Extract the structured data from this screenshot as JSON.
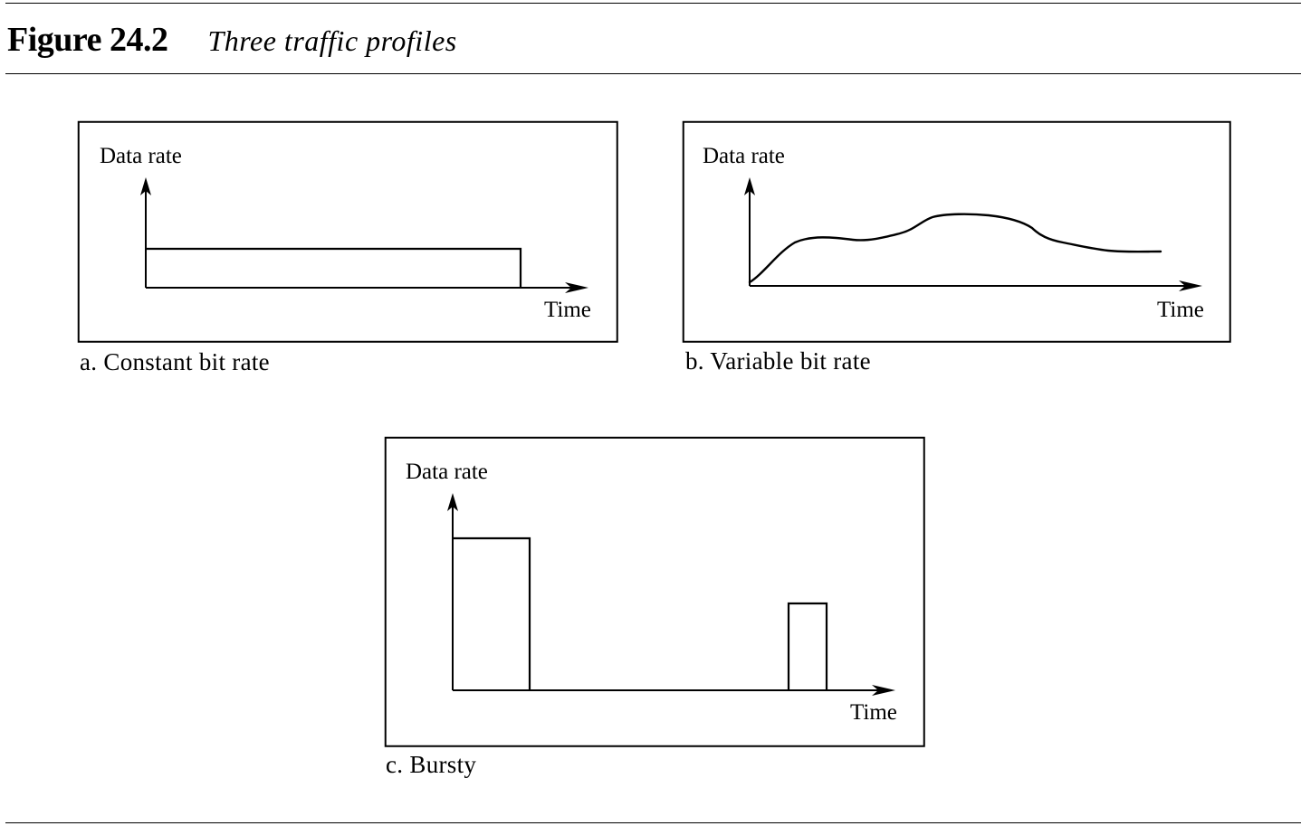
{
  "figure": {
    "number": "Figure 24.2",
    "caption": "Three traffic profiles"
  },
  "panels": [
    {
      "id": "a",
      "caption": "a. Constant bit rate",
      "y_axis_label": "Data rate",
      "x_axis_label": "Time",
      "profile": "constant"
    },
    {
      "id": "b",
      "caption": "b. Variable bit rate",
      "y_axis_label": "Data rate",
      "x_axis_label": "Time",
      "profile": "variable"
    },
    {
      "id": "c",
      "caption": "c. Bursty",
      "y_axis_label": "Data rate",
      "x_axis_label": "Time",
      "profile": "bursty"
    }
  ]
}
